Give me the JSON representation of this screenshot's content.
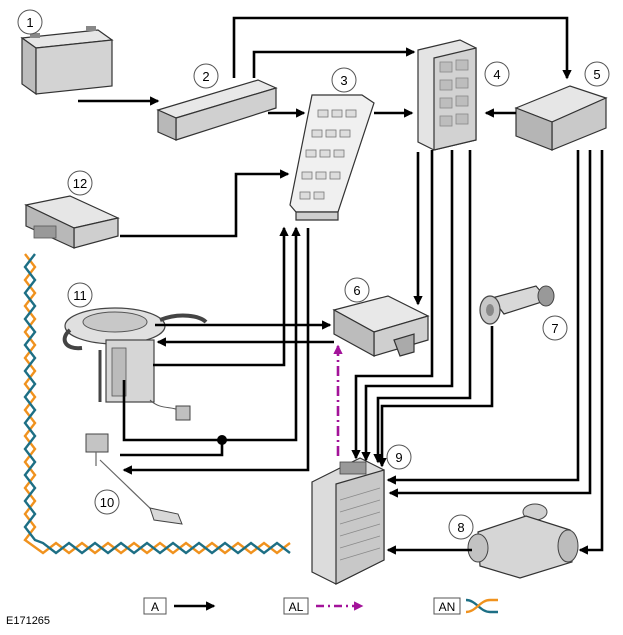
{
  "figure_id": "E171265",
  "components": [
    {
      "num": "1",
      "icon": "battery-icon"
    },
    {
      "num": "2",
      "icon": "control-module-icon"
    },
    {
      "num": "3",
      "icon": "fuse-box-icon"
    },
    {
      "num": "4",
      "icon": "junction-box-icon"
    },
    {
      "num": "5",
      "icon": "control-module-icon"
    },
    {
      "num": "6",
      "icon": "control-module-icon"
    },
    {
      "num": "7",
      "icon": "pressure-sensor-icon"
    },
    {
      "num": "8",
      "icon": "pump-icon"
    },
    {
      "num": "9",
      "icon": "engine-control-module-icon"
    },
    {
      "num": "10",
      "icon": "level-sensor-icon"
    },
    {
      "num": "11",
      "icon": "fuel-pump-module-icon"
    },
    {
      "num": "12",
      "icon": "control-module-icon"
    }
  ],
  "legend": [
    {
      "code": "A",
      "style": "hardwired",
      "color": "#000000"
    },
    {
      "code": "AL",
      "style": "dash-dot",
      "color": "#a3139a"
    },
    {
      "code": "AN",
      "style": "twisted-pair",
      "colors": [
        "#f0921e",
        "#1d6f85"
      ]
    }
  ]
}
